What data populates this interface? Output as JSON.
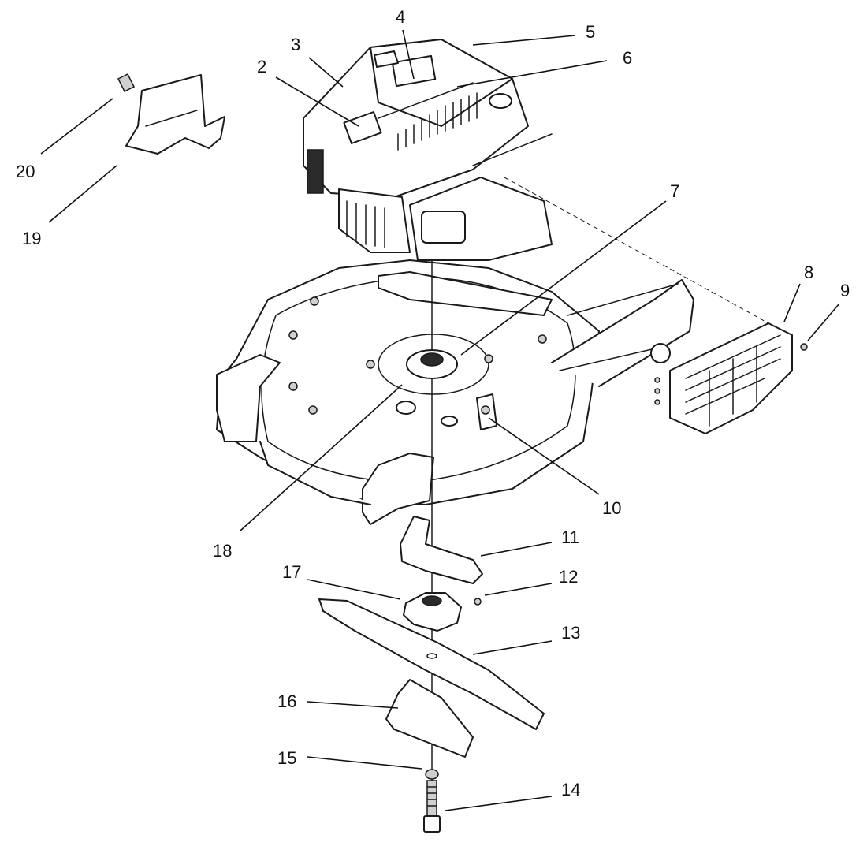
{
  "callouts": [
    {
      "id": "1",
      "label": "2"
    },
    {
      "id": "2",
      "label": "3"
    },
    {
      "id": "3",
      "label": "4"
    },
    {
      "id": "4",
      "label": "5"
    },
    {
      "id": "5",
      "label": "6"
    },
    {
      "id": "6",
      "label": "7"
    },
    {
      "id": "7",
      "label": "8"
    },
    {
      "id": "8",
      "label": "9"
    },
    {
      "id": "9",
      "label": "10"
    },
    {
      "id": "10",
      "label": "11"
    },
    {
      "id": "11",
      "label": "12"
    },
    {
      "id": "12",
      "label": "13"
    },
    {
      "id": "13",
      "label": "14"
    },
    {
      "id": "14",
      "label": "15"
    },
    {
      "id": "15",
      "label": "16"
    },
    {
      "id": "16",
      "label": "17"
    },
    {
      "id": "17",
      "label": "18"
    },
    {
      "id": "18",
      "label": "19"
    },
    {
      "id": "19",
      "label": "20"
    }
  ]
}
